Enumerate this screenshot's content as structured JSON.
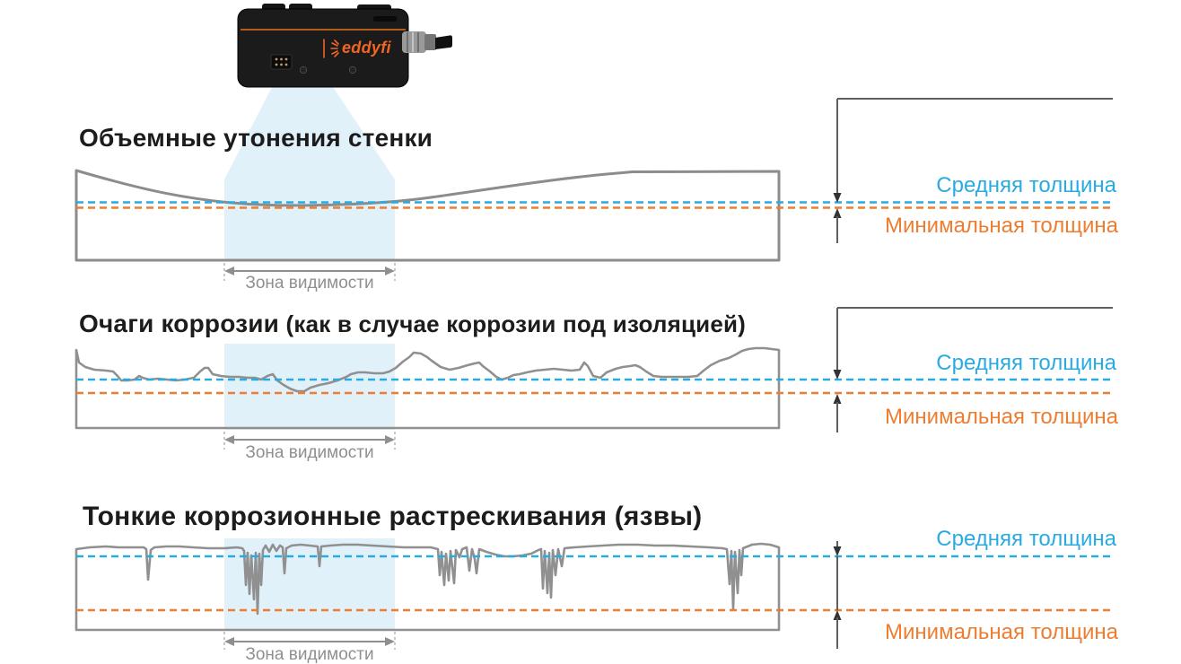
{
  "device": {
    "brand": "eddyfi"
  },
  "labels": {
    "zone": "Зона видимости",
    "avg": "Средняя толщина",
    "min": "Минимальная толщина"
  },
  "panels": [
    {
      "title": "Объемные утонения стенки",
      "suffix": ""
    },
    {
      "title": "Очаги коррозии",
      "suffix": " (как в случае коррозии под изоляцией)"
    },
    {
      "title": "Тонкие коррозионные растрескивания (язвы)",
      "suffix": ""
    }
  ],
  "colors": {
    "avg_line": "#29ABE2",
    "min_line": "#ED7D31",
    "beam": "#E1F1FA",
    "outline": "#8C8C8C",
    "brand": "#F26522"
  }
}
